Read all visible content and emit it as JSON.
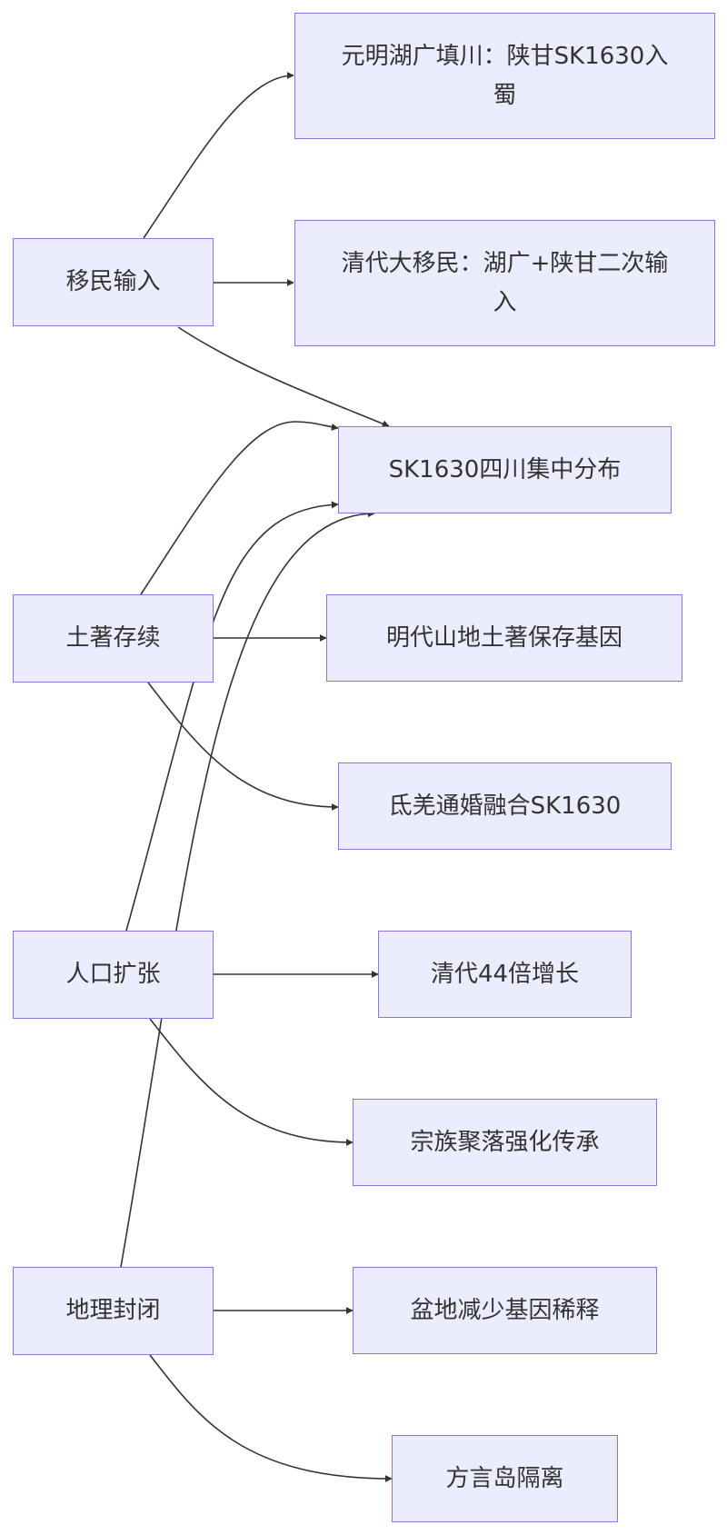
{
  "diagram": {
    "type": "flowchart",
    "direction": "LR",
    "colors": {
      "node_fill": "#ececff",
      "node_border": "#9370db",
      "edge": "#333333",
      "text": "#333333"
    },
    "nodes": {
      "migration": "移民输入",
      "indigenous": "土著存续",
      "population": "人口扩张",
      "geography": "地理封闭",
      "yuan_ming": "元明湖广填川：陕甘SK1630入蜀",
      "qing_migration": "清代大移民：湖广+陕甘二次输入",
      "sk1630_sichuan": "SK1630四川集中分布",
      "ming_mountain": "明代山地土著保存基因",
      "di_qiang": "氐羌通婚融合SK1630",
      "qing_growth": "清代44倍增长",
      "clan_villages": "宗族聚落强化传承",
      "basin": "盆地减少基因稀释",
      "dialect_island": "方言岛隔离"
    },
    "edges": [
      {
        "from": "migration",
        "to": "yuan_ming"
      },
      {
        "from": "migration",
        "to": "qing_migration"
      },
      {
        "from": "migration",
        "to": "sk1630_sichuan"
      },
      {
        "from": "indigenous",
        "to": "sk1630_sichuan"
      },
      {
        "from": "indigenous",
        "to": "ming_mountain"
      },
      {
        "from": "indigenous",
        "to": "di_qiang"
      },
      {
        "from": "population",
        "to": "sk1630_sichuan"
      },
      {
        "from": "population",
        "to": "qing_growth"
      },
      {
        "from": "population",
        "to": "clan_villages"
      },
      {
        "from": "geography",
        "to": "sk1630_sichuan"
      },
      {
        "from": "geography",
        "to": "basin"
      },
      {
        "from": "geography",
        "to": "dialect_island"
      }
    ]
  }
}
